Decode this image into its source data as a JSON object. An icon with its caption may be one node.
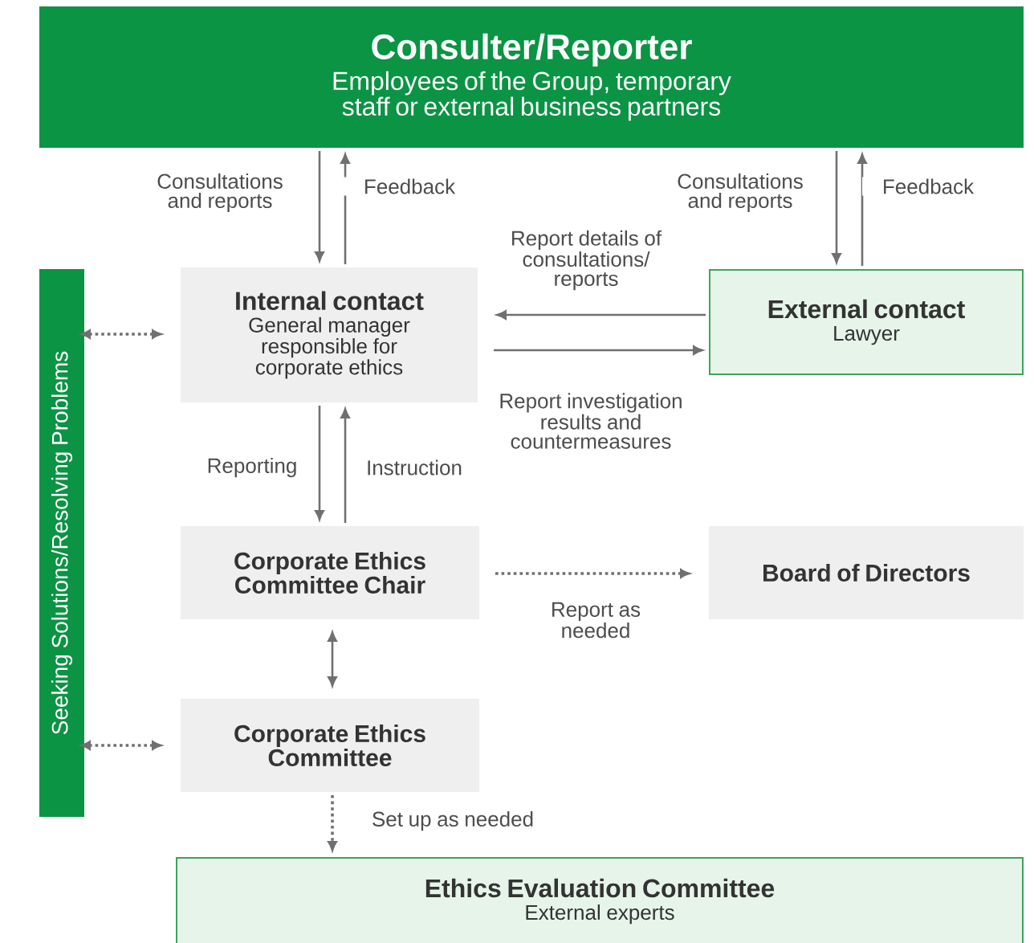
{
  "diagram": {
    "nodes": [
      {
        "text": [
          "Consulter/Reporter",
          "Employees of the Group, temporary staff or external business partners"
        ]
      },
      {
        "text": [
          "Internal contact",
          "General manager responsible for corporate ethics"
        ]
      },
      {
        "text": [
          "External contact",
          "Lawyer"
        ]
      },
      {
        "text": [
          "Seeking Solutions/Resolving Problems"
        ]
      },
      {
        "text": [
          "Corporate Ethics Committee Chair"
        ]
      },
      {
        "text": [
          "Board of Directors"
        ]
      },
      {
        "text": [
          "Corporate Ethics Committee"
        ]
      },
      {
        "text": [
          "Ethics Evaluation Committee",
          "External experts"
        ]
      }
    ],
    "edges": [
      {
        "from": 0,
        "to": 1,
        "arrow": "to",
        "label": "Consultations and reports"
      },
      {
        "from": 1,
        "to": 0,
        "arrow": "to",
        "label": "Feedback"
      },
      {
        "from": 0,
        "to": 2,
        "arrow": "to",
        "label": "Consultations and reports"
      },
      {
        "from": 2,
        "to": 0,
        "arrow": "to",
        "label": "Feedback"
      },
      {
        "from": 2,
        "to": 1,
        "arrow": "to",
        "label": "Report details of consultations/ reports"
      },
      {
        "from": 1,
        "to": 2,
        "arrow": "to",
        "label": "Report investigation results and countermeasures"
      },
      {
        "from": 1,
        "to": 3,
        "arrow": "both",
        "style": "dashed"
      },
      {
        "from": 1,
        "to": 4,
        "arrow": "to",
        "label": "Reporting"
      },
      {
        "from": 4,
        "to": 1,
        "arrow": "to",
        "label": "Instruction"
      },
      {
        "from": 4,
        "to": 5,
        "arrow": "to",
        "style": "dashed",
        "label": "Report as needed"
      },
      {
        "from": 4,
        "to": 6,
        "arrow": "both"
      },
      {
        "from": 6,
        "to": 3,
        "arrow": "both",
        "style": "dashed"
      },
      {
        "from": 6,
        "to": 7,
        "arrow": "to",
        "style": "dashed",
        "label": "Set up as needed"
      }
    ]
  }
}
